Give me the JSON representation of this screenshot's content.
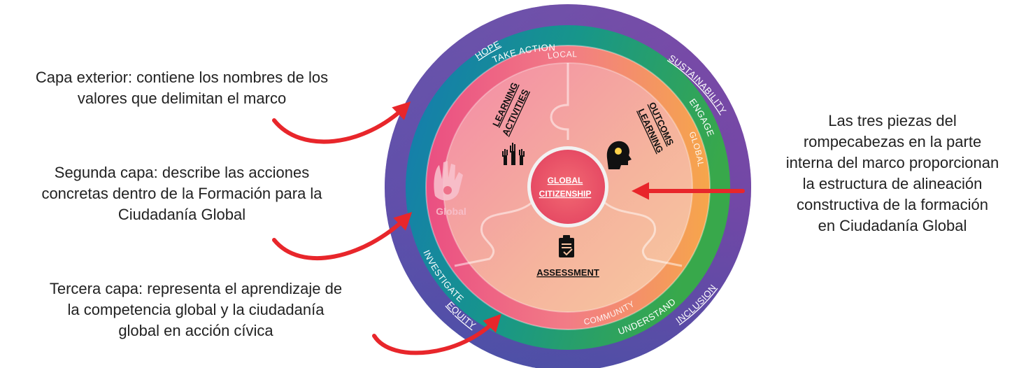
{
  "notes": {
    "outer": [
      "Capa exterior: contiene los nombres de los",
      "valores que delimitan el marco"
    ],
    "second": [
      "Segunda capa: describe las acciones",
      "concretas dentro de la Formación para la",
      "Ciudadanía Global"
    ],
    "third": [
      "Tercera capa: representa el aprendizaje de",
      "la competencia global y la ciudadanía",
      "global en acción cívica"
    ],
    "right": [
      "Las tres piezas del",
      "rompecabezas en la parte",
      "interna del marco proporcionan",
      "la estructura de alineación",
      "constructiva de la formación",
      "en Ciudadanía Global"
    ]
  },
  "wheel": {
    "values": [
      "HOPE",
      "SUSTAINABILITY",
      "INCLUSION",
      "EQUITY"
    ],
    "actions": [
      "TAKE ACTION",
      "ENGAGE",
      "UNDERSTAND",
      "INVESTIGATE"
    ],
    "scopes": [
      "LOCAL",
      "GLOBAL",
      "COMMUNITY"
    ],
    "pieces": {
      "activities": [
        "LEARNING",
        "ACTIVITIES"
      ],
      "outcomes": [
        "LEARNING",
        "OUTCOMS"
      ],
      "assessment": "ASSESSMENT"
    },
    "center": [
      "GLOBAL",
      "CITIZENSHIP"
    ],
    "logo": "Global"
  },
  "colors": {
    "outer_ring": "#7b4aa3",
    "outer_ring_blue": "#2e5aa8",
    "second_ring": "#1a8f8a",
    "second_ring_green": "#3aa04a",
    "inner_pink": "#ee6a86",
    "inner_orange": "#f4a24c",
    "arrow": "#e8262b"
  }
}
